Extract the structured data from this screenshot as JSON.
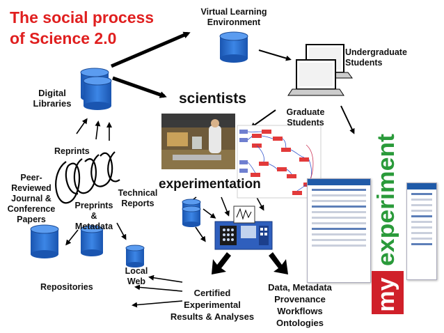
{
  "title_line1": "The social process",
  "title_line2": "of Science 2.0",
  "labels": {
    "vle_1": "Virtual Learning",
    "vle_2": "Environment",
    "undergrad_1": "Undergraduate",
    "undergrad_2": "Students",
    "digital_1": "Digital",
    "digital_2": "Libraries",
    "scientists": "scientists",
    "graduate_1": "Graduate",
    "graduate_2": "Students",
    "reprints": "Reprints",
    "peer_1": "Peer-",
    "peer_2": "Reviewed",
    "peer_3": "Journal &",
    "peer_4": "Conference",
    "peer_5": "Papers",
    "preprints_1": "Preprints",
    "preprints_2": "&",
    "preprints_3": "Metadata",
    "technical_1": "Technical",
    "technical_2": "Reports",
    "experimentation": "experimentation",
    "local_1": "Local",
    "local_2": "Web",
    "repositories": "Repositories",
    "certified_1": "Certified",
    "certified_2": "Experimental",
    "certified_3": "Results & Analyses",
    "data_1": "Data, Metadata",
    "data_2": "Provenance",
    "data_3": "Workflows",
    "data_4": "Ontologies"
  },
  "logo": {
    "my": "my",
    "experiment": "experiment",
    "red": "#d0202a",
    "green": "#2a9a3a"
  },
  "colors": {
    "title": "#e01f1f",
    "cylinder": "#2a6fd0",
    "arrow": "#000000"
  }
}
